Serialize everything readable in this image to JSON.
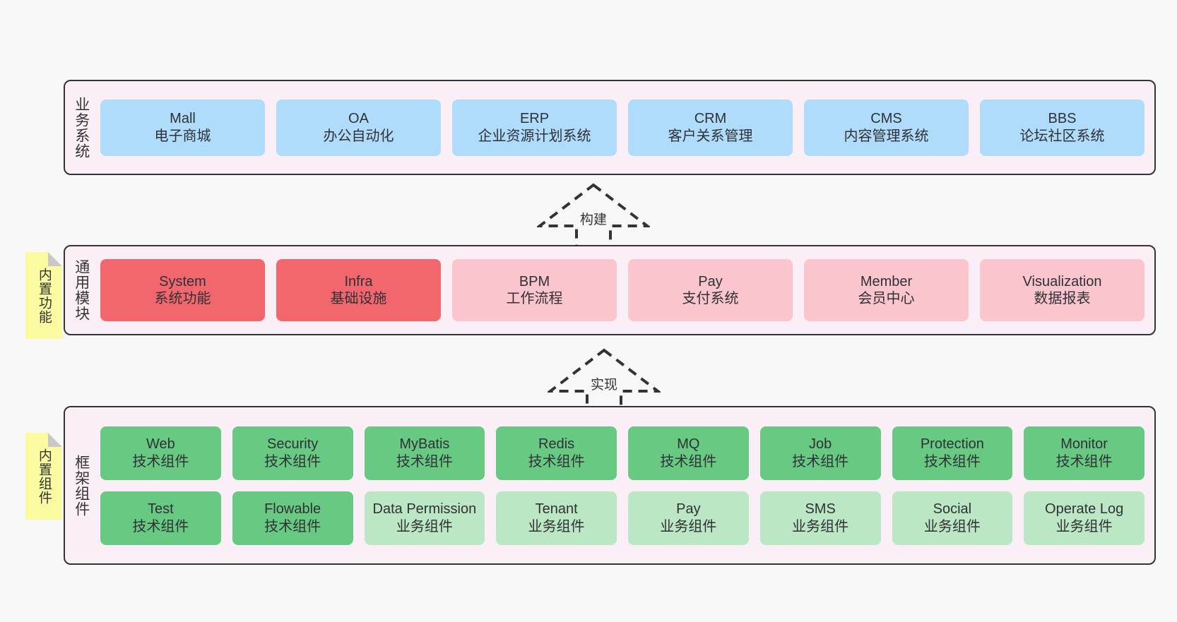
{
  "diagram": {
    "layers": [
      {
        "id": "business",
        "label": "业务系统",
        "rows": [
          {
            "style": "blue",
            "cards": [
              {
                "en": "Mall",
                "cn": "电子商城"
              },
              {
                "en": "OA",
                "cn": "办公自动化"
              },
              {
                "en": "ERP",
                "cn": "企业资源计划系统"
              },
              {
                "en": "CRM",
                "cn": "客户关系管理"
              },
              {
                "en": "CMS",
                "cn": "内容管理系统"
              },
              {
                "en": "BBS",
                "cn": "论坛社区系统"
              }
            ]
          }
        ]
      },
      {
        "id": "modules",
        "label": "通用模块",
        "rows": [
          {
            "style": "mixed",
            "cards": [
              {
                "en": "System",
                "cn": "系统功能",
                "style": "red"
              },
              {
                "en": "Infra",
                "cn": "基础设施",
                "style": "red"
              },
              {
                "en": "BPM",
                "cn": "工作流程",
                "style": "pink"
              },
              {
                "en": "Pay",
                "cn": "支付系统",
                "style": "pink"
              },
              {
                "en": "Member",
                "cn": "会员中心",
                "style": "pink"
              },
              {
                "en": "Visualization",
                "cn": "数据报表",
                "style": "pink"
              }
            ]
          }
        ]
      },
      {
        "id": "framework",
        "label": "框架组件",
        "rows": [
          {
            "style": "green",
            "cards": [
              {
                "en": "Web",
                "cn": "技术组件",
                "style": "green"
              },
              {
                "en": "Security",
                "cn": "技术组件",
                "style": "green"
              },
              {
                "en": "MyBatis",
                "cn": "技术组件",
                "style": "green"
              },
              {
                "en": "Redis",
                "cn": "技术组件",
                "style": "green"
              },
              {
                "en": "MQ",
                "cn": "技术组件",
                "style": "green"
              },
              {
                "en": "Job",
                "cn": "技术组件",
                "style": "green"
              },
              {
                "en": "Protection",
                "cn": "技术组件",
                "style": "green"
              },
              {
                "en": "Monitor",
                "cn": "技术组件",
                "style": "green"
              }
            ]
          },
          {
            "style": "green-light",
            "cards": [
              {
                "en": "Test",
                "cn": "技术组件",
                "style": "green"
              },
              {
                "en": "Flowable",
                "cn": "技术组件",
                "style": "green"
              },
              {
                "en": "Data Permission",
                "cn": "业务组件",
                "style": "green-light"
              },
              {
                "en": "Tenant",
                "cn": "业务组件",
                "style": "green-light"
              },
              {
                "en": "Pay",
                "cn": "业务组件",
                "style": "green-light"
              },
              {
                "en": "SMS",
                "cn": "业务组件",
                "style": "green-light"
              },
              {
                "en": "Social",
                "cn": "业务组件",
                "style": "green-light"
              },
              {
                "en": "Operate Log",
                "cn": "业务组件",
                "style": "green-light"
              }
            ]
          }
        ]
      }
    ],
    "notes": [
      {
        "id": "features",
        "label": "内置功能"
      },
      {
        "id": "components",
        "label": "内置组件"
      }
    ],
    "arrows": [
      {
        "id": "build",
        "label": "构建"
      },
      {
        "id": "implement",
        "label": "实现"
      }
    ],
    "colors": {
      "panel_bg": "#fbeff7",
      "panel_border": "#333333",
      "blue": "#aedcfa",
      "red": "#f2676d",
      "pink": "#fbc5ce",
      "green": "#68c982",
      "green_light": "#bbe7c4",
      "note_yellow": "#fafaa0",
      "note_fold": "#c8c8c8",
      "canvas_bg": "#f8f8f8"
    }
  }
}
